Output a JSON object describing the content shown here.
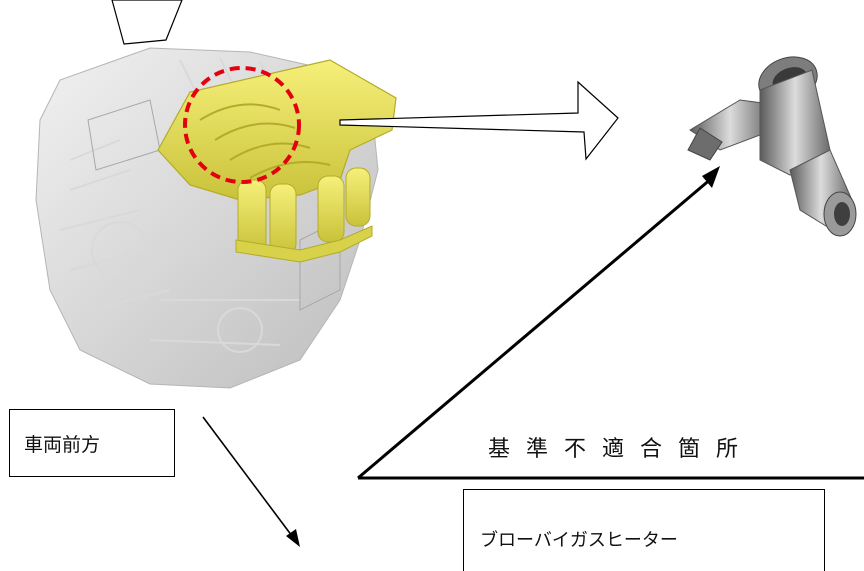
{
  "labels": {
    "vehicle_front": "車両前方",
    "nonconforming_location": "基準不適合箇所",
    "part_name": "ブローバイガスヒーター"
  },
  "colors": {
    "manifold": "#e6e04a",
    "highlight_circle": "#e3000f",
    "engine": "#c8c8c8",
    "part": "#8a8a8a"
  }
}
